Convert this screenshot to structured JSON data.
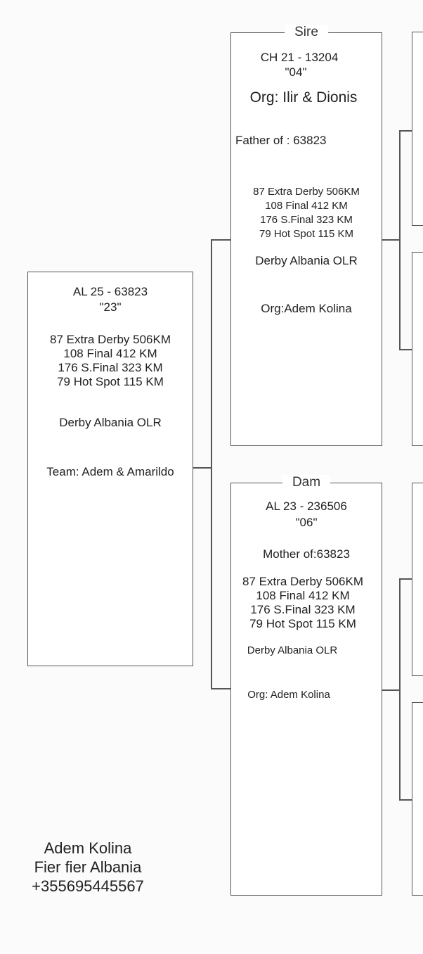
{
  "pigeon": {
    "ring": "AL 25 - 63823",
    "name": "\"23\"",
    "results": [
      "87 Extra Derby 506KM",
      "108 Final 412 KM",
      "176 S.Final 323 KM",
      "79 Hot Spot 115 KM"
    ],
    "race": "Derby Albania OLR",
    "team": "Team: Adem & Amarildo"
  },
  "sire": {
    "label": "Sire",
    "ring": "CH 21 - 13204",
    "name": "\"04\"",
    "origin": "Org: Ilir & Dionis",
    "father_of": "Father of : 63823",
    "results": [
      "87 Extra Derby 506KM",
      "108 Final 412 KM",
      "176 S.Final 323 KM",
      "79 Hot Spot 115 KM"
    ],
    "race": "Derby Albania OLR",
    "org": "Org:Adem Kolina"
  },
  "dam": {
    "label": "Dam",
    "ring": "AL 23 - 236506",
    "name": "\"06\"",
    "mother_of": "Mother of:63823",
    "results": [
      "87 Extra Derby 506KM",
      "108 Final 412 KM",
      "176 S.Final 323 KM",
      "79 Hot Spot 115 KM"
    ],
    "race": "Derby Albania OLR",
    "org": "Org: Adem Kolina"
  },
  "owner": {
    "name": "Adem Kolina",
    "location": "Fier fier Albania",
    "phone": "+355695445567"
  }
}
